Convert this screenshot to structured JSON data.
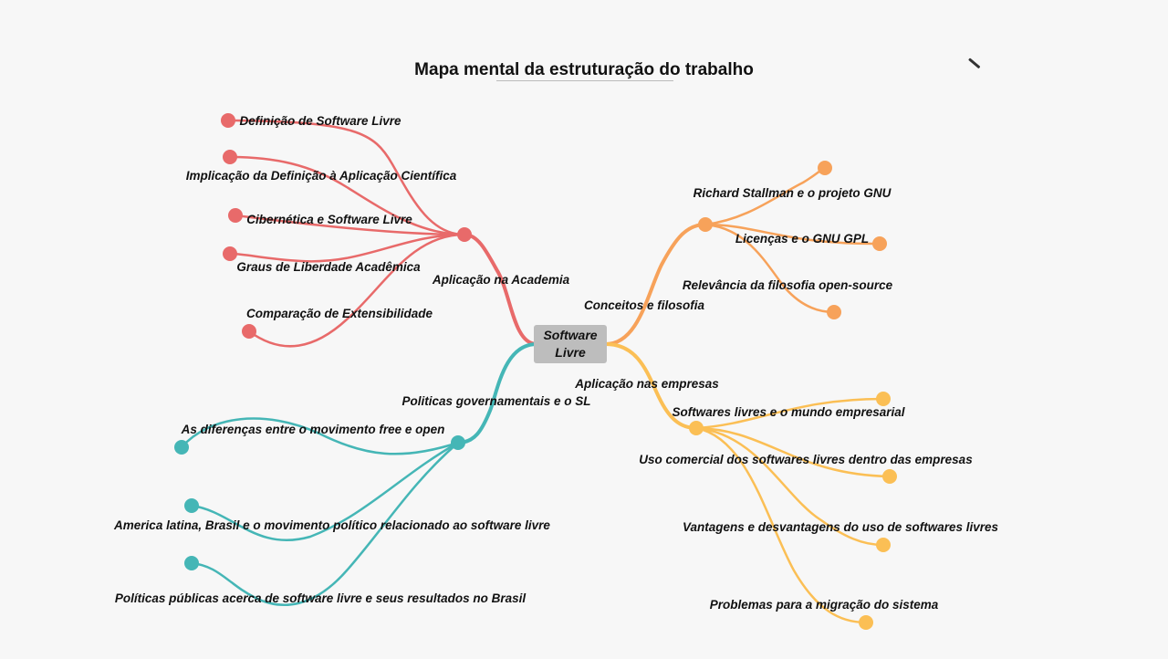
{
  "title": "Mapa mental da estruturação do trabalho",
  "center": "Software Livre",
  "colors": {
    "red": "#e86a6a",
    "teal": "#45b6b6",
    "orange": "#f7a25a",
    "yellow": "#fbbf55",
    "center": "#bdbdbd"
  },
  "icons": [
    "pen-icon"
  ],
  "branches": {
    "academia": {
      "label": "Aplicação na Academia",
      "children": [
        "Definição de Software Livre",
        "Implicação da Definição à Aplicação Científica",
        "Cibernética e Software Livre",
        "Graus de Liberdade Acadêmica",
        "Comparação de Extensibilidade"
      ]
    },
    "conceitos": {
      "label": "Conceitos e filosofia",
      "children": [
        "Richard Stallman e o projeto GNU",
        "Licenças e o GNU GPL",
        "Relevância da filosofia open-source"
      ]
    },
    "politicas": {
      "label": "Politicas governamentais e o SL",
      "children": [
        "As diferenças entre o movimento free e open",
        "America latina, Brasil e o movimento político relacionado ao software livre",
        "Políticas públicas acerca de software livre e seus resultados no Brasil"
      ]
    },
    "empresas": {
      "label": "Aplicação nas empresas",
      "children": [
        "Softwares livres e o mundo empresarial",
        "Uso comercial dos softwares livres dentro das empresas",
        "Vantagens e desvantagens do uso de softwares livres",
        "Problemas para a migração do sistema"
      ]
    }
  }
}
